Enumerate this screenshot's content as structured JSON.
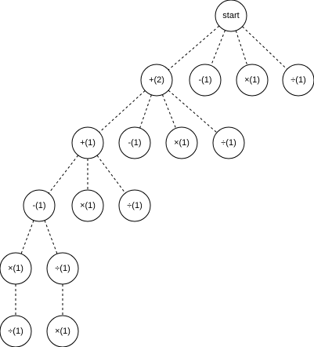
{
  "diagram": {
    "nodes": [
      {
        "id": "start",
        "label": "start"
      },
      {
        "id": "n_plus2",
        "label": "+(2)"
      },
      {
        "id": "n_minus_a",
        "label": "-(1)"
      },
      {
        "id": "n_times_a",
        "label": "×(1)"
      },
      {
        "id": "n_div_a",
        "label": "÷(1)"
      },
      {
        "id": "n_plus1",
        "label": "+(1)"
      },
      {
        "id": "n_minus_b",
        "label": "-(1)"
      },
      {
        "id": "n_times_b",
        "label": "×(1)"
      },
      {
        "id": "n_div_b",
        "label": "÷(1)"
      },
      {
        "id": "n_minus_c",
        "label": "-(1)"
      },
      {
        "id": "n_times_c",
        "label": "×(1)"
      },
      {
        "id": "n_div_c",
        "label": "÷(1)"
      },
      {
        "id": "n_times_d",
        "label": "×(1)"
      },
      {
        "id": "n_div_d",
        "label": "÷(1)"
      },
      {
        "id": "n_div_e",
        "label": "÷(1)"
      },
      {
        "id": "n_times_e",
        "label": "×(1)"
      }
    ],
    "edges": [
      [
        "start",
        "n_plus2"
      ],
      [
        "start",
        "n_minus_a"
      ],
      [
        "start",
        "n_times_a"
      ],
      [
        "start",
        "n_div_a"
      ],
      [
        "n_plus2",
        "n_plus1"
      ],
      [
        "n_plus2",
        "n_minus_b"
      ],
      [
        "n_plus2",
        "n_times_b"
      ],
      [
        "n_plus2",
        "n_div_b"
      ],
      [
        "n_plus1",
        "n_minus_c"
      ],
      [
        "n_plus1",
        "n_times_c"
      ],
      [
        "n_plus1",
        "n_div_c"
      ],
      [
        "n_minus_c",
        "n_times_d"
      ],
      [
        "n_minus_c",
        "n_div_d"
      ],
      [
        "n_times_d",
        "n_div_e"
      ],
      [
        "n_div_d",
        "n_times_e"
      ]
    ]
  }
}
